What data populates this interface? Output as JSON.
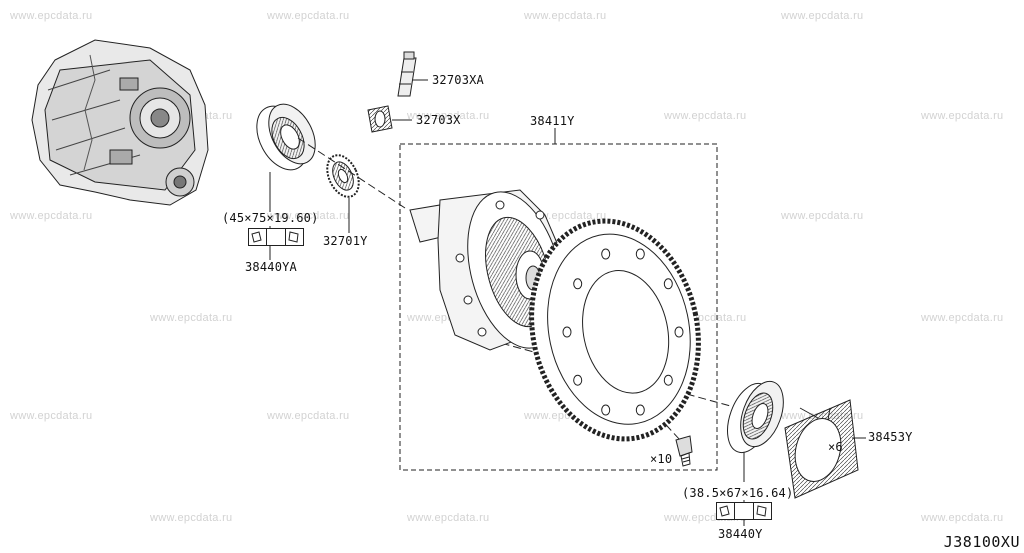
{
  "watermark": "www.epcdata.ru",
  "diagram_code": "J38100XU",
  "parts": {
    "p32703XA": "32703XA",
    "p32703X": "32703X",
    "p38411Y": "38411Y",
    "p32701Y": "32701Y",
    "p38440YA": "38440YA",
    "p38440Y": "38440Y",
    "p38453Y": "38453Y"
  },
  "dimensions": {
    "left_bearing": "(45×75×19.60)",
    "right_bearing": "(38.5×67×16.64)"
  },
  "quantities": {
    "bolt": "×10",
    "shim": "×6"
  },
  "icons": [
    "transaxle-assembly-icon",
    "bearing-icon",
    "gear-icon",
    "shaft-icon",
    "differential-case-icon",
    "final-drive-ring-gear-icon",
    "bolt-icon",
    "shim-icon",
    "bearing-set-symbol-icon"
  ]
}
